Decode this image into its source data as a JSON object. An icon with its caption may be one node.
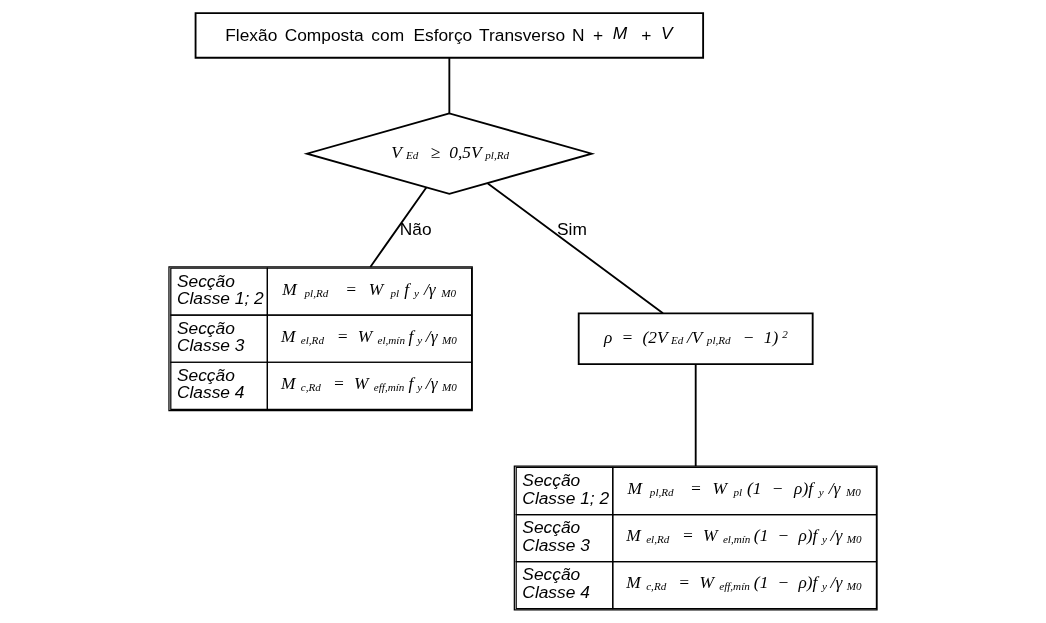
{
  "diagram": {
    "nodes": [
      {
        "text": [
          "Flexão Composta com Esforço Transverso N + *M* + *V*"
        ]
      },
      {
        "text": [
          "V$_{Ed}$ ≥ 0,5V$_{pl,Rd}$"
        ]
      },
      {
        "text": [
          "Secção Classe 1; 2",
          "M$_{pl,Rd}$ = W$_{pl}$f$_{y}$/γ$_{M0}$",
          "Secção Classe 3",
          "M$_{el,Rd}$ = W$_{el,mín}$f$_{y}$/γ$_{M0}$",
          "Secção Classe 4",
          "M$_{c,Rd}$ = W$_{eff,mín}$f$_{y}$/γ$_{M0}$"
        ]
      },
      {
        "text": [
          "ρ = (2V$_{Ed}$/V$_{pl,Rd}$ − 1)$^{2}$"
        ]
      },
      {
        "text": [
          "Secção Classe 1; 2",
          "M$_{pl,Rd}$ = W$_{pl}$(1 − ρ)f$_{y}$/γ$_{M0}$",
          "Secção Classe 3",
          "M$_{el,Rd}$ = W$_{el,mín}$(1 − ρ)f$_{y}$/γ$_{M0}$",
          "Secção Classe 4",
          "M$_{c,Rd}$ = W$_{eff,mín}$(1 − ρ)f$_{y}$/γ$_{M0}$"
        ]
      }
    ],
    "edges": [
      {
        "from": 0,
        "to": 1,
        "arrow": "none"
      },
      {
        "from": 1,
        "to": 2,
        "arrow": "none",
        "label": "Não"
      },
      {
        "from": 1,
        "to": 3,
        "arrow": "none",
        "label": "Sim"
      },
      {
        "from": 3,
        "to": 4,
        "arrow": "none"
      }
    ]
  }
}
